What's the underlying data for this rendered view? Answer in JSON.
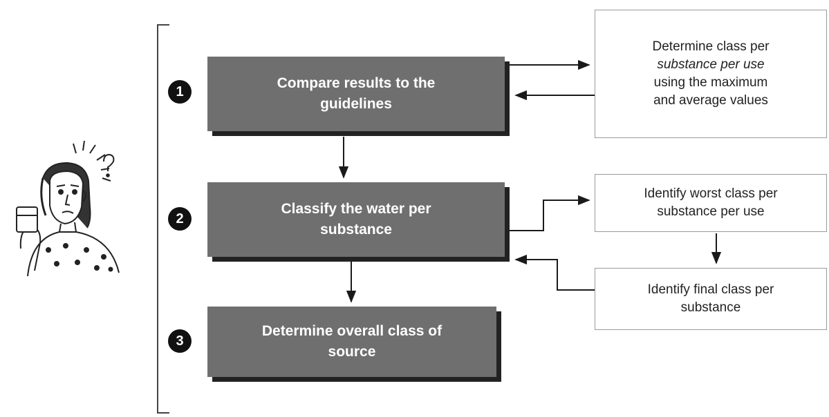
{
  "steps": [
    {
      "number": "1",
      "lines": [
        "Compare results to the",
        "guidelines"
      ]
    },
    {
      "number": "2",
      "lines": [
        "Classify the water per",
        "substance"
      ]
    },
    {
      "number": "3",
      "lines": [
        "Determine overall class of",
        "source"
      ]
    }
  ],
  "side_boxes": {
    "box1": {
      "line1": "Determine class per",
      "line2": "substance per use",
      "line3": "using the maximum",
      "line4": "and average values"
    },
    "box2": {
      "line1": "Identify worst class per",
      "line2": "substance per use"
    },
    "box3": {
      "line1": "Identify final class per",
      "line2": "substance"
    }
  },
  "illustration": "puzzled-person-holding-water-glass"
}
